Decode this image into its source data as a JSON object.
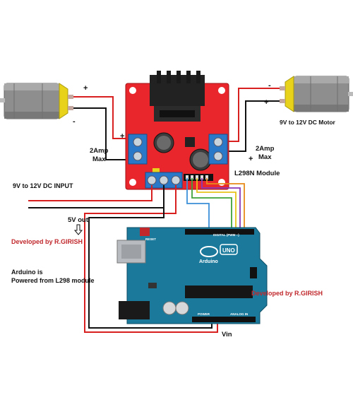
{
  "labels": {
    "motor_voltage": "9V to 12V DC Motor",
    "amp_left_1": "2Amp",
    "amp_left_2": "Max",
    "amp_right_1": "2Amp",
    "amp_right_2": "Max",
    "module_name": "L298N Module",
    "dc_input": "9V to 12V DC INPUT",
    "five_v_out": "5V out",
    "developer_left": "Developed by R.GIRISH",
    "developer_right": "Developed by R.GIRISH",
    "arduino_power_1": "Arduino is",
    "arduino_power_2": "Powered from L298 module",
    "vin": "Vin",
    "plus": "+",
    "minus": "-",
    "arduino_logo": "Arduino",
    "uno_logo": "UNO",
    "reset": "RESET",
    "digital_label": "DIGITAL (PWM ~)",
    "analog_label": "ANALOG IN",
    "power_label": "POWER"
  },
  "colors": {
    "driver_board": "#e8262b",
    "arduino_board": "#1b7a9c",
    "wire_red": "#d82020",
    "wire_black": "#111111",
    "wire_yellow": "#e8c21a",
    "wire_green": "#3fa33a",
    "wire_blue": "#3a8fd8",
    "wire_purple": "#8a38b8",
    "wire_orange": "#e88a1a",
    "motor_body": "#8e8e8e",
    "motor_cap": "#e8d21a",
    "label_red": "#c0282c"
  }
}
